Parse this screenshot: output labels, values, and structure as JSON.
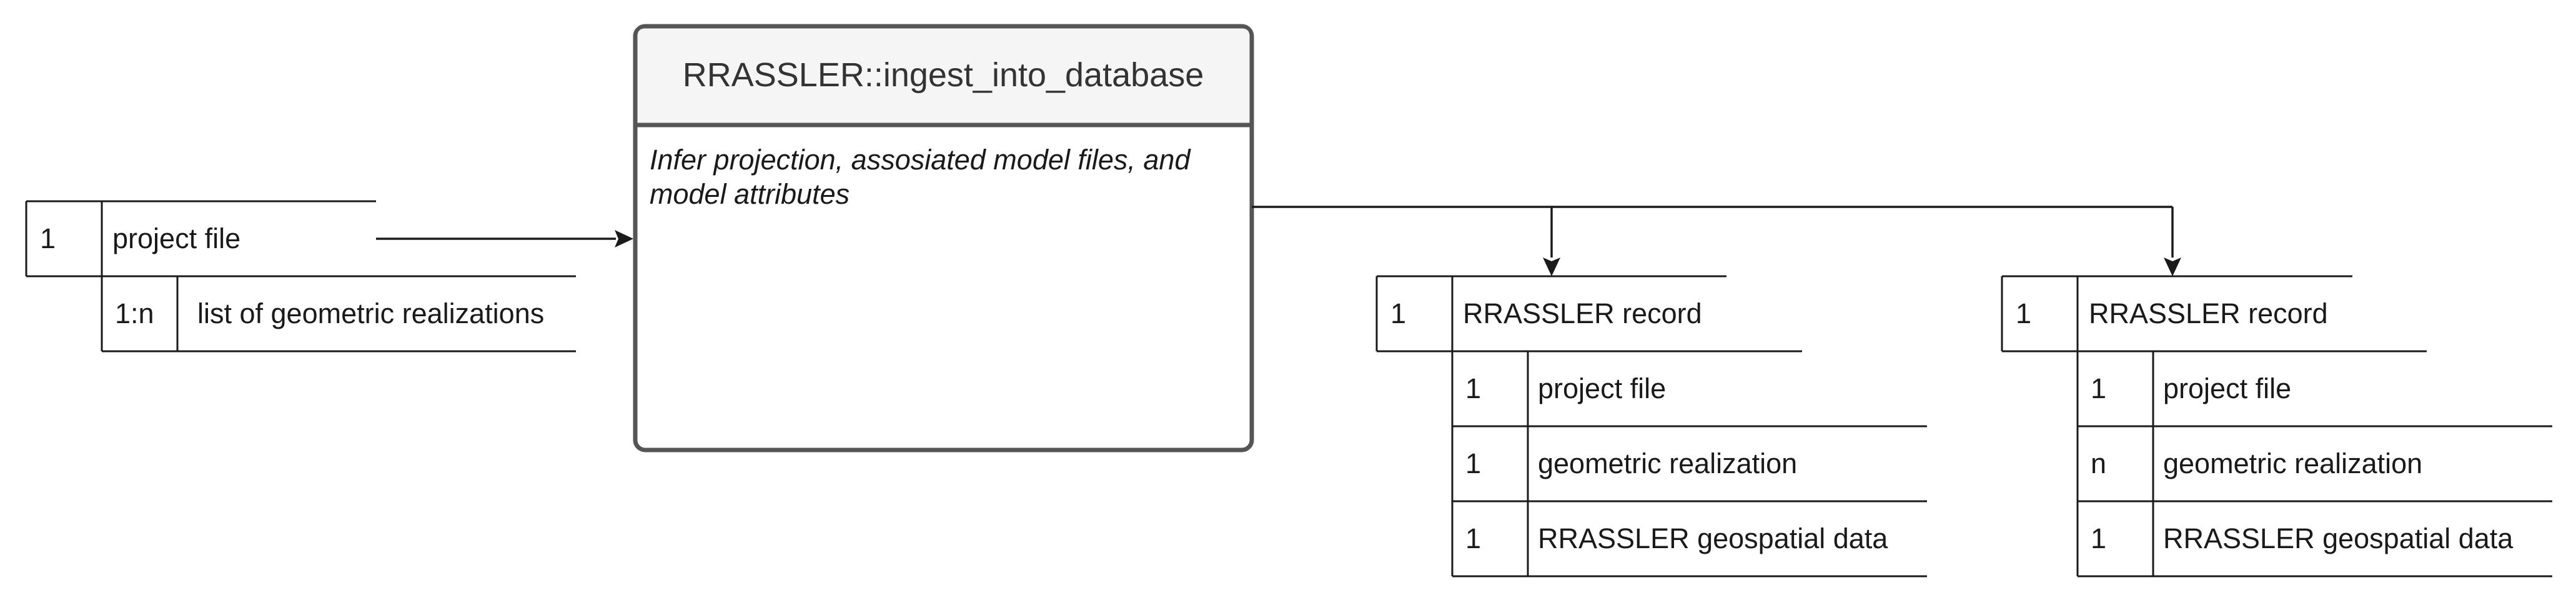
{
  "process": {
    "title": "RRASSLER::ingest_into_database",
    "description": "Infer projection, assosiated model files, and model attributes"
  },
  "input": {
    "cardinality": "1",
    "label": "project file",
    "child": {
      "cardinality": "1:n",
      "label": "list of geometric realizations"
    }
  },
  "outputs": [
    {
      "cardinality": "1",
      "label": "RRASSLER record",
      "rows": [
        {
          "cardinality": "1",
          "label": "project file"
        },
        {
          "cardinality": "1",
          "label": "geometric realization"
        },
        {
          "cardinality": "1",
          "label": "RRASSLER geospatial data"
        }
      ]
    },
    {
      "cardinality": "1",
      "label": "RRASSLER record",
      "rows": [
        {
          "cardinality": "1",
          "label": "project file"
        },
        {
          "cardinality": "n",
          "label": "geometric realization"
        },
        {
          "cardinality": "1",
          "label": "RRASSLER geospatial data"
        }
      ]
    }
  ]
}
